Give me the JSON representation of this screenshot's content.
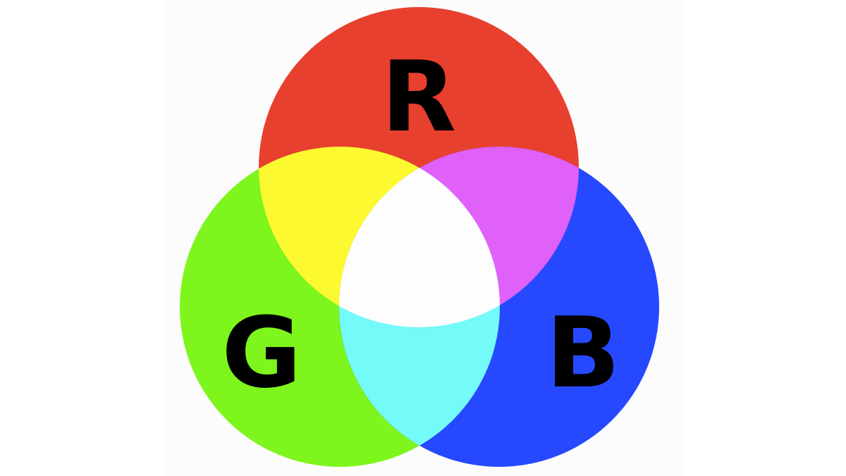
{
  "labels": {
    "red": "R",
    "green": "G",
    "blue": "B"
  },
  "colors": {
    "red": "#e8402f",
    "green": "#7ef51c",
    "blue": "#2649ff",
    "yellow": "#fcf930",
    "magenta": "#e060fa",
    "cyan": "#74faf9",
    "white": "#fdfdfd",
    "background": "#fcfcfc"
  }
}
